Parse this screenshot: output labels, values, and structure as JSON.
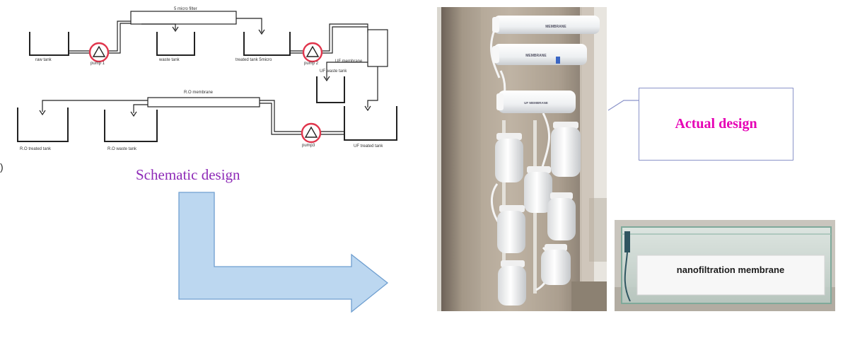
{
  "schematic": {
    "title": "Schematic design",
    "paren": ")",
    "labels": {
      "micro_filter": "5 micro filter",
      "raw_tank": "raw tank",
      "pump1": "pump 1",
      "waste_tank": "waste tank",
      "treated_tank": "treated tank 5micro",
      "pump2": "pump 2",
      "uf_membrane": "UF membrane",
      "uf_waste": "UF waste tank",
      "ro_membrane": "R.O membrane",
      "ro_treated": "R.O treated tank",
      "ro_waste": "R.O waste tank",
      "pump3": "pump3",
      "uf_treated": "UF treated tank"
    }
  },
  "photo": {
    "callout": "Actual design",
    "membrane_housing_1": "MEMBRANE",
    "membrane_housing_2": "MEMBRANE",
    "membrane_housing_3": "UF MEMBRANE"
  },
  "nf_photo": {
    "label": "nanofiltration membrane"
  },
  "colors": {
    "title": "#8e2ab7",
    "callout_text": "#e600b5",
    "callout_border": "#8a93c9",
    "arrow_fill": "#bcd7f0",
    "arrow_stroke": "#6f9fd0",
    "pump_ring": "#e0354c"
  }
}
